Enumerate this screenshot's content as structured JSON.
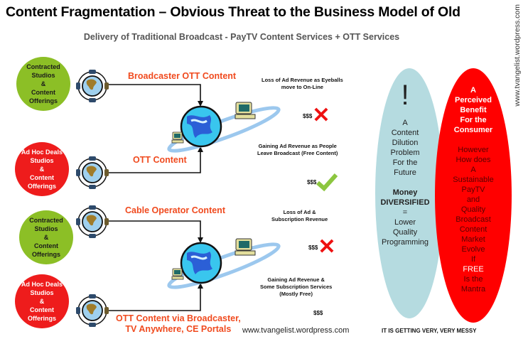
{
  "header": {
    "title": "Content Fragmentation – Obvious Threat to the Business Model of Old",
    "subtitle": "Delivery of Traditional Broadcast - PayTV Content Services + OTT Services",
    "side_watermark": "www.tvangelist.wordpress.com"
  },
  "sources": [
    {
      "lines": [
        "Contracted",
        "Studios",
        "&",
        "Content",
        "Offerings"
      ],
      "color": "#8cbf26"
    },
    {
      "lines": [
        "Ad Hoc Deals",
        "Studios",
        "&",
        "Content",
        "Offerings"
      ],
      "color": "#ee1c1c"
    },
    {
      "lines": [
        "Contracted",
        "Studios",
        "&",
        "Content",
        "Offerings"
      ],
      "color": "#8cbf26"
    },
    {
      "lines": [
        "Ad Hoc Deals",
        "Studios",
        "&",
        "Content",
        "Offerings"
      ],
      "color": "#ee1c1c"
    }
  ],
  "flows": {
    "top_upper": "Broadcaster OTT Content",
    "top_lower": "OTT Content",
    "bottom_upper": "Cable Operator Content",
    "bottom_lower_1": "OTT Content via Broadcaster,",
    "bottom_lower_2": "TV Anywhere, CE Portals"
  },
  "impacts": [
    {
      "lines": [
        "Loss of Ad Revenue as Eyeballs",
        "move to On-Line"
      ],
      "money": "$$$",
      "status": "loss"
    },
    {
      "lines": [
        "Gaining Ad Revenue as People",
        "Leave Broadcast (Free Content)"
      ],
      "money": "$$$",
      "status": "gain"
    },
    {
      "lines": [
        "Loss of Ad &",
        "Subscription Revenue"
      ],
      "money": "$$$",
      "status": "loss"
    },
    {
      "lines": [
        "Gaining Ad Revenue &",
        "Some Subscription Services",
        "(Mostly Free)"
      ],
      "money": "$$$",
      "status": "neutral"
    }
  ],
  "blue_ellipse": {
    "exclaim": "!",
    "lines": [
      "A",
      "Content",
      "Dilution",
      "Problem",
      "For the",
      "Future"
    ],
    "bold_lines": [
      "Money",
      "DIVERSIFIED"
    ],
    "equals": "=",
    "result_lines": [
      "Lower",
      "Quality",
      "Programming"
    ],
    "color": "#b5dbe0"
  },
  "red_ellipse": {
    "headline": [
      "A",
      "Perceived",
      "Benefit",
      "For the",
      "Consumer"
    ],
    "body": [
      "However",
      "How does",
      "A",
      "Sustainable",
      "PayTV",
      "and",
      "Quality",
      "Broadcast",
      "Content",
      "Market",
      "Evolve",
      "If"
    ],
    "free": "FREE",
    "tail": [
      "Is the",
      "Mantra"
    ],
    "color": "#ff0000"
  },
  "footer": {
    "url": "www.tvangelist.wordpress.com",
    "messy": "IT IS GETTING VERY, VERY MESSY"
  },
  "icons": {
    "satellite": "satellite-globe-icon",
    "internet": "internet-globe-icon",
    "computer": "computer-icon",
    "cross": "red-x-icon",
    "check": "green-check-icon"
  }
}
